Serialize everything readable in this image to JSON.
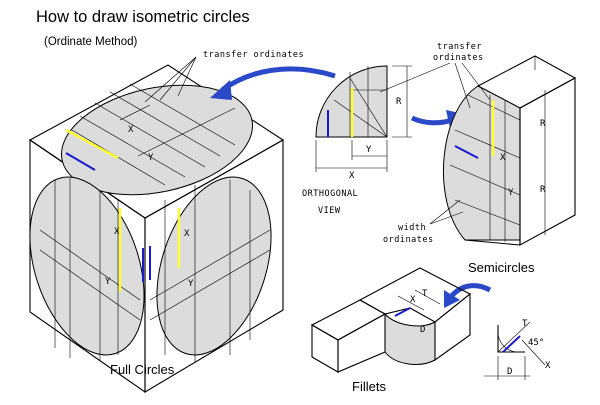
{
  "heading": {
    "title": "How to draw isometric circles",
    "subtitle": "(Ordinate Method)"
  },
  "labels": {
    "transfer_ordinates_left": "transfer ordinates",
    "transfer_ordinates_right_1": "transfer",
    "transfer_ordinates_right_2": "ordinates",
    "orthogonal_1": "ORTHOGONAL",
    "orthogonal_2": "VIEW",
    "width_ordinates_1": "width",
    "width_ordinates_2": "ordinates",
    "semicircles": "Semicircles",
    "full_circles": "Full Circles",
    "fillets": "Fillets"
  },
  "dims": {
    "x": "X",
    "y": "Y",
    "r": "R",
    "d": "D",
    "t": "T",
    "angle": "45°"
  },
  "colors": {
    "accent_arrow": "#2a49c9",
    "ordinate_yellow": "#ffff33",
    "ordinate_blue": "#1a1acc",
    "face_fill": "#dcdcdc"
  }
}
